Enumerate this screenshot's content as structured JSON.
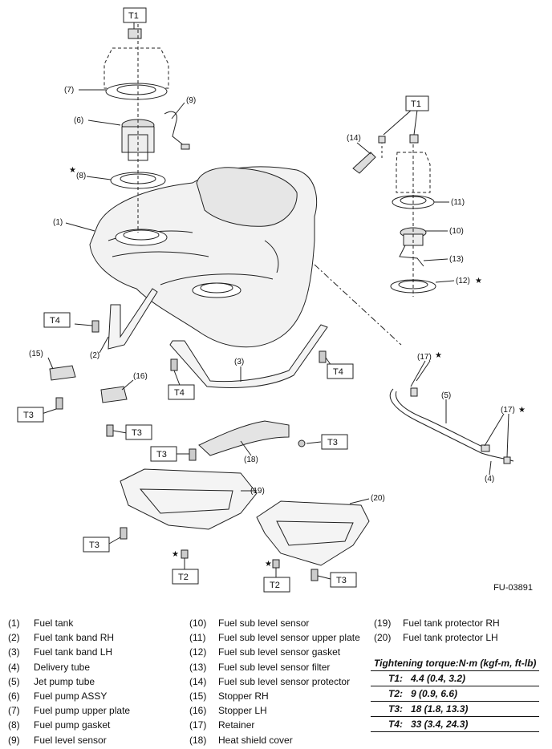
{
  "callouts": {
    "c1": "(1)",
    "c2": "(2)",
    "c3": "(3)",
    "c4": "(4)",
    "c5": "(5)",
    "c6": "(6)",
    "c7": "(7)",
    "c8": "(8)",
    "c9": "(9)",
    "c10": "(10)",
    "c11": "(11)",
    "c12": "(12)",
    "c13": "(13)",
    "c14": "(14)",
    "c15": "(15)",
    "c16": "(16)",
    "c17": "(17)",
    "c18": "(18)",
    "c19": "(19)",
    "c20": "(20)"
  },
  "torque_tags": {
    "t1": "T1",
    "t2": "T2",
    "t3": "T3",
    "t4": "T4"
  },
  "star_glyph": "★",
  "figure_id": "FU-03891",
  "legend": {
    "col1": [
      {
        "num": "(1)",
        "name": "Fuel tank"
      },
      {
        "num": "(2)",
        "name": "Fuel tank band RH"
      },
      {
        "num": "(3)",
        "name": "Fuel tank band LH"
      },
      {
        "num": "(4)",
        "name": "Delivery tube"
      },
      {
        "num": "(5)",
        "name": "Jet pump tube"
      },
      {
        "num": "(6)",
        "name": "Fuel pump ASSY"
      },
      {
        "num": "(7)",
        "name": "Fuel pump upper plate"
      },
      {
        "num": "(8)",
        "name": "Fuel pump gasket"
      },
      {
        "num": "(9)",
        "name": "Fuel level sensor"
      }
    ],
    "col2": [
      {
        "num": "(10)",
        "name": "Fuel sub level sensor"
      },
      {
        "num": "(11)",
        "name": "Fuel sub level sensor upper plate"
      },
      {
        "num": "(12)",
        "name": "Fuel sub level sensor gasket"
      },
      {
        "num": "(13)",
        "name": "Fuel sub level sensor filter"
      },
      {
        "num": "(14)",
        "name": "Fuel sub level sensor protector"
      },
      {
        "num": "(15)",
        "name": "Stopper RH"
      },
      {
        "num": "(16)",
        "name": "Stopper LH"
      },
      {
        "num": "(17)",
        "name": "Retainer"
      },
      {
        "num": "(18)",
        "name": "Heat shield cover"
      }
    ],
    "col3": [
      {
        "num": "(19)",
        "name": "Fuel tank protector RH"
      },
      {
        "num": "(20)",
        "name": "Fuel tank protector LH"
      }
    ]
  },
  "torque": {
    "heading": "Tightening torque:N·m (kgf-m, ft-lb)",
    "rows": [
      {
        "key": "T1:",
        "value": "4.4 (0.4, 3.2)"
      },
      {
        "key": "T2:",
        "value": "9 (0.9, 6.6)"
      },
      {
        "key": "T3:",
        "value": "18 (1.8, 13.3)"
      },
      {
        "key": "T4:",
        "value": "33 (3.4, 24.3)"
      }
    ]
  }
}
